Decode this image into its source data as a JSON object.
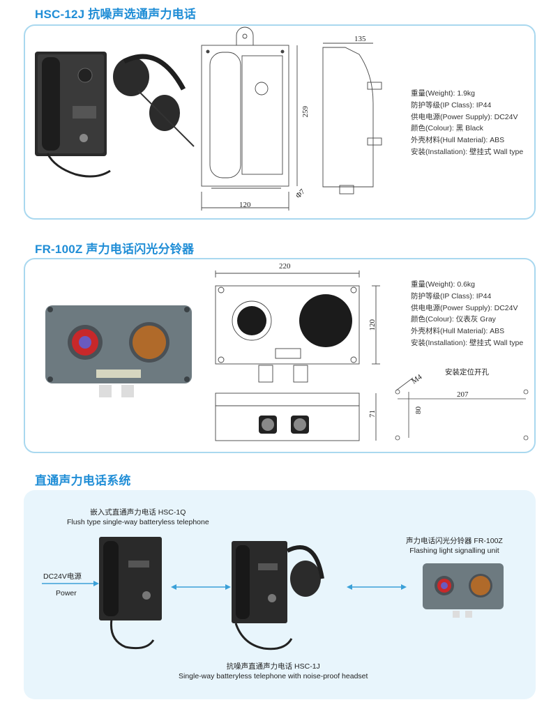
{
  "section1": {
    "title": "HSC-12J 抗噪声选通声力电话",
    "specs": [
      "重量(Weight): 1.9kg",
      "防护等级(IP Class): IP44",
      "供电电源(Power Supply): DC24V",
      "颜色(Colour): 黑 Black",
      "外壳材料(Hull Material): ABS",
      "安装(Installation): 壁挂式 Wall type"
    ],
    "dims": {
      "depth": "135",
      "height": "259",
      "width": "120",
      "hole": "Φ7"
    }
  },
  "section2": {
    "title": "FR-100Z 声力电话闪光分铃器",
    "specs": [
      "重量(Weight): 0.6kg",
      "防护等级(IP Class): IP44",
      "供电电源(Power Supply): DC24V",
      "颜色(Colour): 仪表灰 Gray",
      "外壳材料(Hull Material): ABS",
      "安装(Installation): 壁挂式 Wall type"
    ],
    "dims": {
      "width": "220",
      "height": "120",
      "depth": "71",
      "mount_title": "安装定位开孔",
      "mount_w": "207",
      "mount_h": "80",
      "mount_hole": "M4"
    }
  },
  "section3": {
    "title": "直通声力电话系统",
    "flush_cn": "嵌入式直通声力电话 HSC-1Q",
    "flush_en": "Flush type single-way batteryless telephone",
    "power_cn": "DC24V电源",
    "power_en": "Power",
    "headset_cn": "抗噪声直通声力电话 HSC-1J",
    "headset_en": "Single-way batteryless telephone with noise-proof headset",
    "signal_cn": "声力电话闪光分铃器 FR-100Z",
    "signal_en": "Flashing light signalling unit"
  },
  "colors": {
    "accent": "#1f8dd6",
    "card_border": "#a9d8ef",
    "card_bg": "#e8f5fc"
  }
}
